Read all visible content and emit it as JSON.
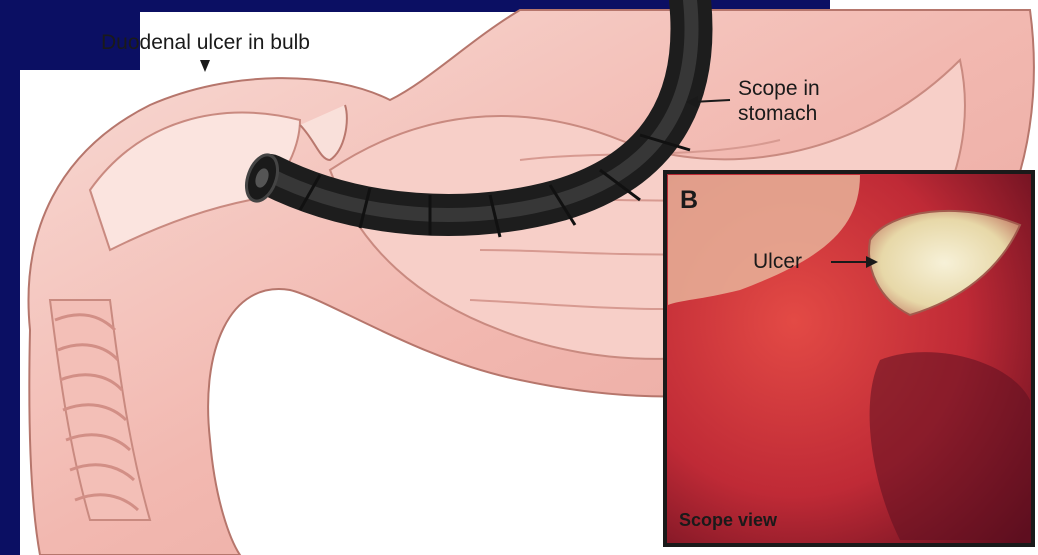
{
  "labels": {
    "duodenal_ulcer": "Duodenal ulcer in bulb",
    "scope_line1": "Scope in",
    "scope_line2": "stomach"
  },
  "inset": {
    "letter": "B",
    "ulcer": "Ulcer",
    "caption": "Scope view"
  },
  "colors": {
    "slide_background": "#0b0f63",
    "tissue_outer": "#f3c6bf",
    "tissue_inner": "#e8a19a",
    "scope": "#2a2a2a",
    "inset_red": "#b81e2c"
  }
}
